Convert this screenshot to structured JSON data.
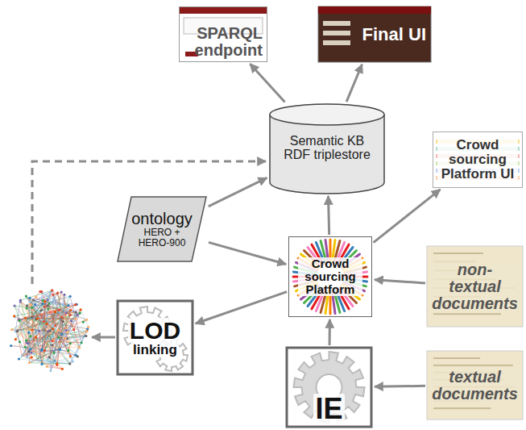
{
  "diagram": {
    "nodes": [
      {
        "text": [
          "SPARQL endpoint"
        ]
      },
      {
        "text": [
          "Final UI"
        ]
      },
      {
        "text": [
          "Semantic KB RDF triplestore"
        ]
      },
      {
        "text": [
          "Crowd sourcing Platform UI"
        ]
      },
      {
        "text": [
          "ontology",
          "HERO + HERO-900"
        ]
      },
      {
        "text": [
          "Crowd sourcing Platform"
        ]
      },
      {
        "text": [
          "non-textual documents"
        ]
      },
      {
        "text": [
          "LOD",
          "linking"
        ]
      },
      {
        "text": [
          "IE"
        ]
      },
      {
        "text": [
          "textual documents"
        ]
      }
    ],
    "edges": [
      {
        "from": 2,
        "to": 0,
        "arrow": "to"
      },
      {
        "from": 2,
        "to": 1,
        "arrow": "to"
      },
      {
        "from": 4,
        "to": 2,
        "arrow": "to"
      },
      {
        "from": 4,
        "to": 5,
        "arrow": "to"
      },
      {
        "from": 5,
        "to": 2,
        "arrow": "to"
      },
      {
        "from": 5,
        "to": 3,
        "arrow": "to"
      },
      {
        "from": 6,
        "to": 5,
        "arrow": "to"
      },
      {
        "from": 5,
        "to": 7,
        "arrow": "to"
      },
      {
        "from": 8,
        "to": 5,
        "arrow": "to"
      },
      {
        "from": 9,
        "to": 8,
        "arrow": "to"
      }
    ]
  }
}
